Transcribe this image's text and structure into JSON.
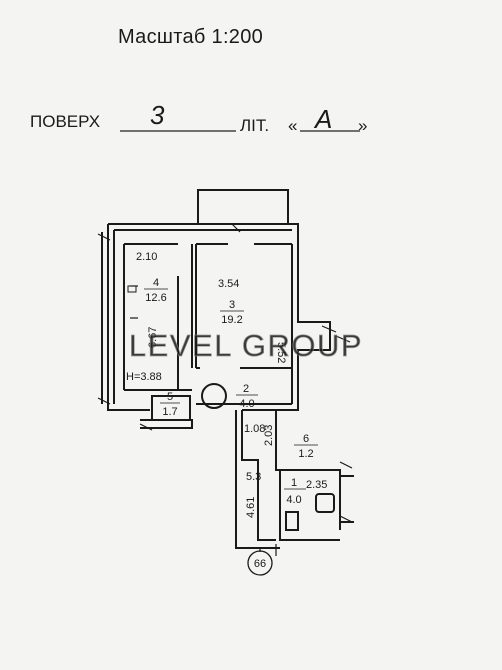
{
  "header": {
    "scale_title": "Масштаб 1:200",
    "floor_label": "ПОВЕРХ",
    "floor_value": "3",
    "letter_label": "ЛІТ.",
    "letter_open": "«",
    "letter_value": "А",
    "letter_close": "»"
  },
  "plan": {
    "rooms": [
      {
        "number": "4",
        "area": "12.6"
      },
      {
        "number": "3",
        "area": "19.2"
      },
      {
        "number": "5",
        "area": "1.7"
      },
      {
        "number": "2",
        "area": "4.0"
      },
      {
        "number": "6",
        "area": "1.2"
      },
      {
        "number": "1",
        "area": "4.0"
      }
    ],
    "dimensions": [
      "2.10",
      "3.54",
      "6.67",
      "5.52",
      "1.08",
      "2.03",
      "5.3",
      "4.61",
      "2.35"
    ],
    "height_label": "H=3.88",
    "building_number": "66"
  },
  "watermark": "LEVEL GROUP"
}
